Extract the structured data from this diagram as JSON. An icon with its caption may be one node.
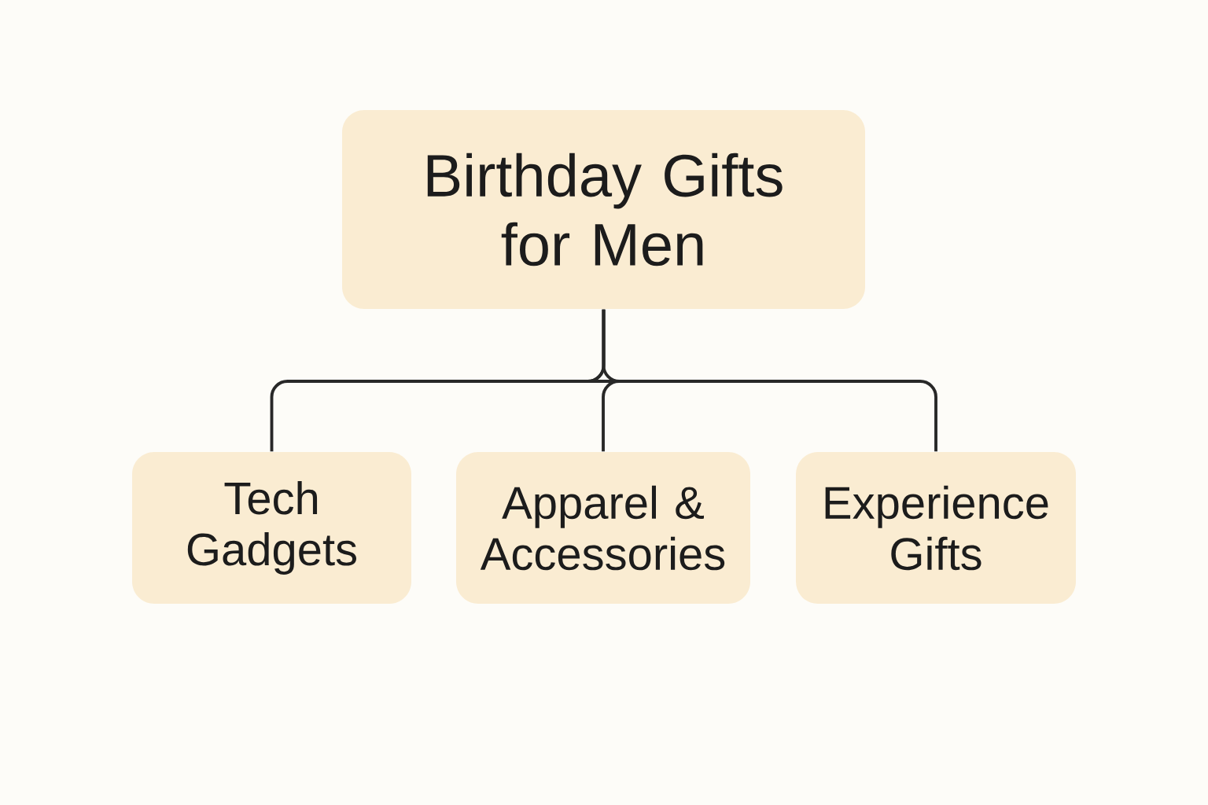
{
  "diagram": {
    "nodes": [
      {
        "text": [
          "Birthday Gifts for Men"
        ]
      },
      {
        "text": [
          "Tech Gadgets"
        ]
      },
      {
        "text": [
          "Apparel & Accessories"
        ]
      },
      {
        "text": [
          "Experience Gifts"
        ]
      }
    ],
    "edges": [
      {
        "from": 0,
        "to": 1,
        "arrow": "none"
      },
      {
        "from": 0,
        "to": 2,
        "arrow": "none"
      },
      {
        "from": 0,
        "to": 3,
        "arrow": "none"
      }
    ]
  }
}
